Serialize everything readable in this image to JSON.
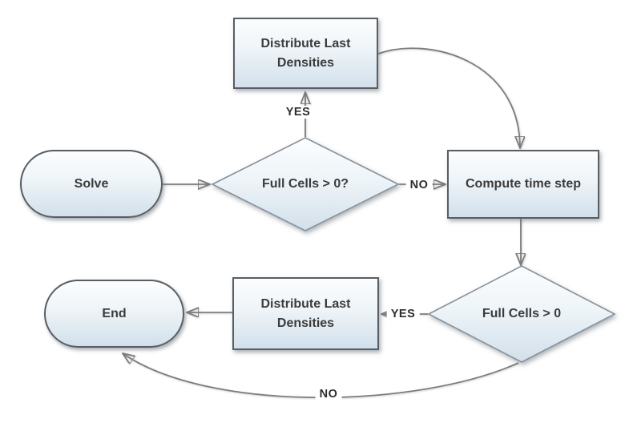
{
  "diagram": {
    "type": "flowchart",
    "background": "#ffffff",
    "colors": {
      "node_fill_top": "#fcfdfe",
      "node_fill_bottom": "#d2e0eb",
      "process_border": "#585e63",
      "decision_border": "#87919a",
      "connector": "#7c7c7c",
      "text": "#3b3b3b"
    },
    "nodes": {
      "solve": {
        "type": "terminator",
        "label": "Solve"
      },
      "decision_top": {
        "type": "decision",
        "label": "Full Cells > 0?"
      },
      "distribute_top": {
        "type": "process",
        "label": "Distribute Last Densities"
      },
      "compute": {
        "type": "process",
        "label": "Compute time step"
      },
      "decision_bottom": {
        "type": "decision",
        "label": "Full Cells > 0"
      },
      "distribute_bottom": {
        "type": "process",
        "label": "Distribute Last Densities"
      },
      "end": {
        "type": "terminator",
        "label": "End"
      }
    },
    "edge_labels": {
      "decision_top_yes": "YES",
      "decision_top_no": "NO",
      "decision_bottom_yes": "YES",
      "decision_bottom_no": "NO"
    },
    "edges": [
      {
        "from": "Solve",
        "to": "Full Cells > 0?",
        "label": ""
      },
      {
        "from": "Full Cells > 0?",
        "to": "Distribute Last Densities (top)",
        "label": "YES"
      },
      {
        "from": "Full Cells > 0?",
        "to": "Compute time step",
        "label": "NO"
      },
      {
        "from": "Distribute Last Densities (top)",
        "to": "Compute time step",
        "label": ""
      },
      {
        "from": "Compute time step",
        "to": "Full Cells > 0",
        "label": ""
      },
      {
        "from": "Full Cells > 0",
        "to": "Distribute Last Densities (bottom)",
        "label": "YES"
      },
      {
        "from": "Distribute Last Densities (bottom)",
        "to": "End",
        "label": ""
      },
      {
        "from": "Full Cells > 0",
        "to": "End",
        "label": "NO"
      }
    ]
  }
}
